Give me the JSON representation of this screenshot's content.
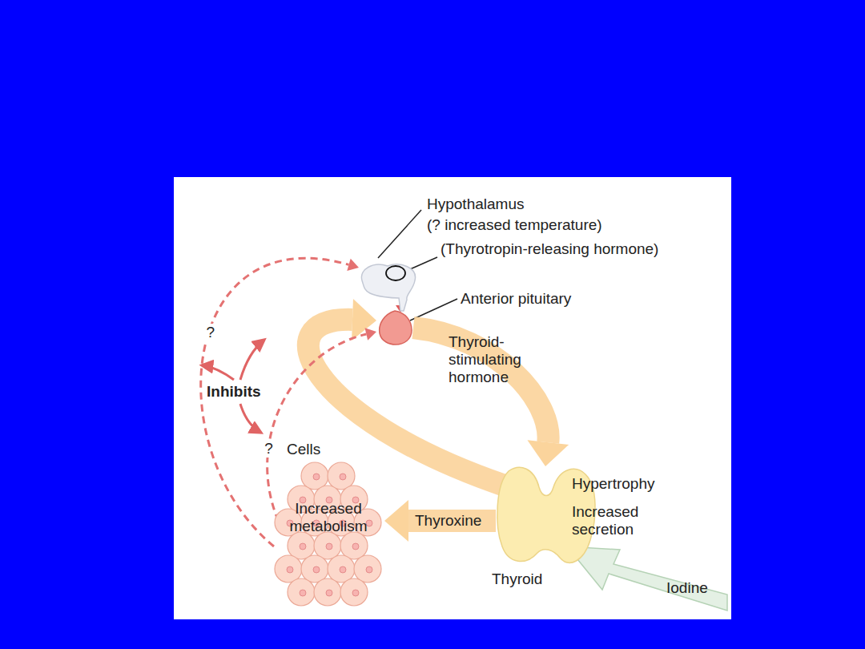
{
  "diagram": {
    "nodes": [
      {
        "text": [
          "Hypothalamus",
          "(? increased temperature)"
        ]
      },
      {
        "text": [
          "Anterior pituitary"
        ]
      },
      {
        "text": [
          "Thyroid",
          "Hypertrophy",
          "Increased secretion"
        ]
      },
      {
        "text": [
          "Cells",
          "Increased metabolism"
        ]
      }
    ],
    "edges": [
      {
        "from": 0,
        "to": 1,
        "arrow": "to"
      },
      {
        "from": 1,
        "to": 2,
        "label": "Thyroid-stimulating hormone",
        "arrow": "to"
      },
      {
        "from": 2,
        "to": 3,
        "label": "Thyroxine",
        "arrow": "to"
      },
      {
        "from": 2,
        "to": 1,
        "arrow": "to"
      },
      {
        "from": 3,
        "to": 0,
        "label": "?",
        "arrow": "to"
      },
      {
        "from": 3,
        "to": 1,
        "label": "?",
        "arrow": "to"
      }
    ],
    "labels": [
      "(Thyrotropin-releasing hormone)",
      "Inhibits",
      "Iodine"
    ]
  }
}
